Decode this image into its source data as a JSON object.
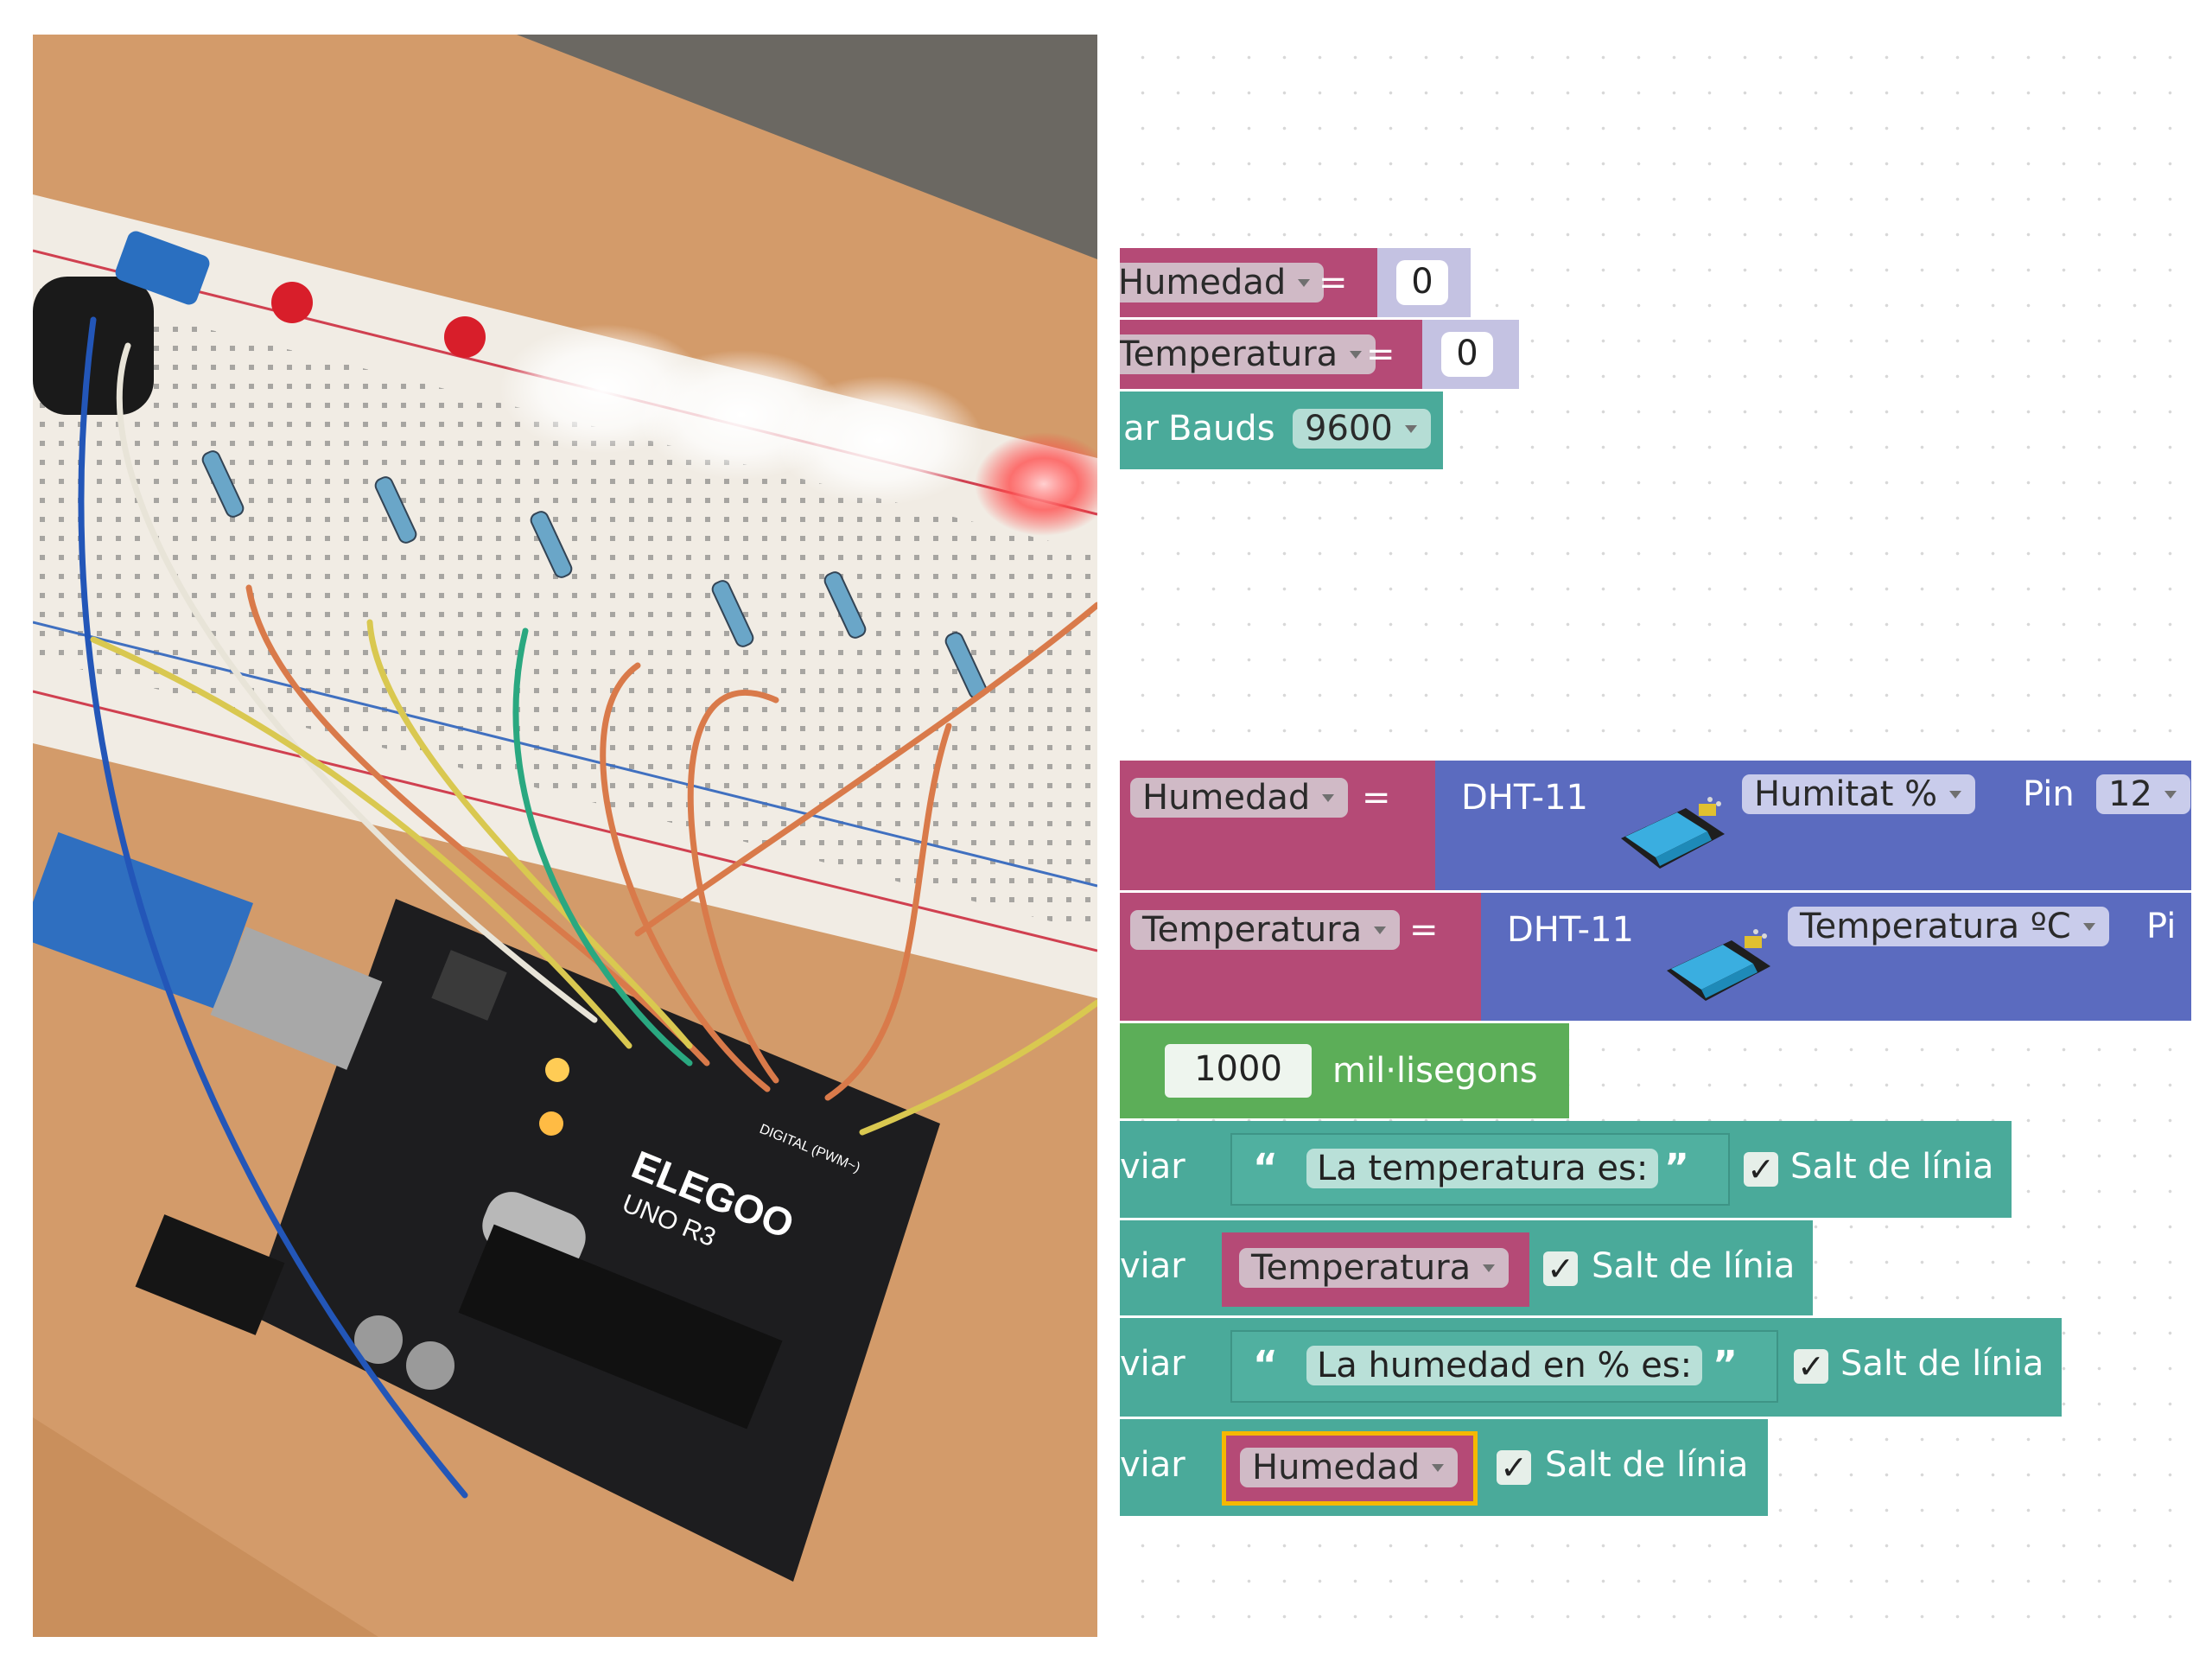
{
  "photo": {
    "board_brand": "ELEGOO",
    "board_model": "UNO R3",
    "header_label": "DIGITAL (PWM~)"
  },
  "blocks": {
    "init_humedad": {
      "variable": "Humedad",
      "op": "=",
      "value": "0"
    },
    "init_temperatura": {
      "variable": "Temperatura",
      "op": "=",
      "value": "0"
    },
    "serial_begin": {
      "prefix": "ar",
      "label": "Bauds",
      "baud": "9600"
    },
    "read_humedad": {
      "variable": "Humedad",
      "op": "=",
      "sensor": "DHT-11",
      "mode": "Humitat %",
      "pin_label": "Pin",
      "pin": "12"
    },
    "read_temperatura": {
      "variable": "Temperatura",
      "op": "=",
      "sensor": "DHT-11",
      "mode": "Temperatura ºC",
      "pin_label": "Pi"
    },
    "delay": {
      "value": "1000",
      "unit": "mil·lisegons"
    },
    "print_temp_text": {
      "prefix": "viar",
      "text": "La temperatura es:",
      "newline": "Salt de línia"
    },
    "print_temp_var": {
      "prefix": "viar",
      "variable": "Temperatura",
      "newline": "Salt de línia"
    },
    "print_hum_text": {
      "prefix": "viar",
      "text": "La humedad en % es:",
      "newline": "Salt de línia"
    },
    "print_hum_var": {
      "prefix": "viar",
      "variable": "Humedad",
      "newline": "Salt de línia"
    }
  },
  "colors": {
    "variables": "#b54a76",
    "sensors": "#5b6bbf",
    "serial": "#4aaa9a",
    "timing": "#5cae58",
    "selected_outline": "#f5b800"
  },
  "icons": [
    "dht11-sensor-icon",
    "checkbox-checked-icon",
    "dropdown-arrow-icon",
    "open-quote-icon",
    "close-quote-icon"
  ]
}
